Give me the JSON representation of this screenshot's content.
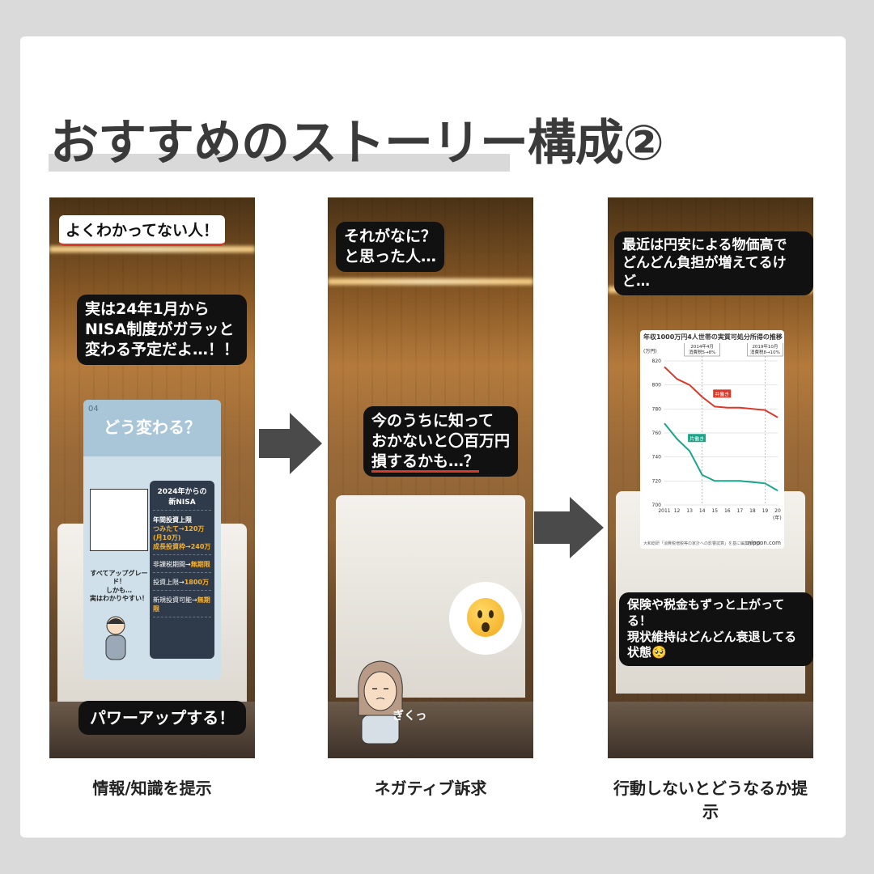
{
  "title": "おすすめのストーリー構成②",
  "stories": [
    {
      "caption": "情報/知識を提示",
      "highlight": "よくわかってない人！",
      "bubble1": [
        "実は24年1月から",
        "NISA制度がガラッと",
        "変わる予定だよ…！！"
      ],
      "nisa": {
        "page": "04",
        "title": "どう変わる？",
        "panel_head": [
          "2024年からの",
          "新NISA"
        ],
        "panel_rows": [
          {
            "label": "年間投資上限",
            "lines": [
              "つみたて→120万(月10万)",
              "成長投資枠→240万"
            ]
          },
          {
            "label": "非課税期間→",
            "value": "無期限"
          },
          {
            "label": "投資上限→",
            "value": "1800万"
          },
          {
            "label": "新規投資可能→",
            "value": "無期限"
          }
        ],
        "note": [
          "すべてアップグレード！",
          "しかも…",
          "実はわかりやすい！"
        ]
      },
      "bubble2": "パワーアップする！"
    },
    {
      "caption": "ネガティブ訴求",
      "bubble1": [
        "それがなに？",
        "と思った人…"
      ],
      "bubble2": [
        "今のうちに知って",
        "おかないと〇百万円",
        "損するかも…？"
      ],
      "reaction": "ぎくっ"
    },
    {
      "caption": "行動しないとどうなるか提示",
      "bubble1": [
        "最近は円安による物価高で",
        "どんどん負担が増えてるけど…"
      ],
      "bubble2": [
        "保険や税金もずっと上がってる！",
        "現状維持はどんどん衰退してる状態🥺"
      ],
      "chart_data": {
        "type": "line",
        "title": "年収1000万円4人世帯の実質可処分所得の推移",
        "ylabel": "(万円)",
        "xlabel": "(年)",
        "x": [
          "2011",
          "12",
          "13",
          "14",
          "15",
          "16",
          "17",
          "18",
          "19",
          "20"
        ],
        "ylim": [
          700,
          820
        ],
        "yticks": [
          700,
          720,
          740,
          760,
          780,
          800,
          820
        ],
        "series": [
          {
            "name": "共働き",
            "color": "#d83a2a",
            "values": [
              815,
              805,
              800,
              790,
              782,
              781,
              781,
              780,
              779,
              773
            ]
          },
          {
            "name": "片働き",
            "color": "#1aa58a",
            "values": [
              768,
              755,
              745,
              725,
              720,
              720,
              720,
              719,
              718,
              712
            ]
          }
        ],
        "annotations": [
          {
            "label": [
              "2014年4月",
              "消費税5→8%"
            ]
          },
          {
            "label": [
              "2019年10月",
              "消費税8→10%"
            ]
          }
        ],
        "source": "大和総研「消費税増税等の家計への影響試算」を基に編集部作成",
        "brand": "nippon.com"
      }
    }
  ]
}
